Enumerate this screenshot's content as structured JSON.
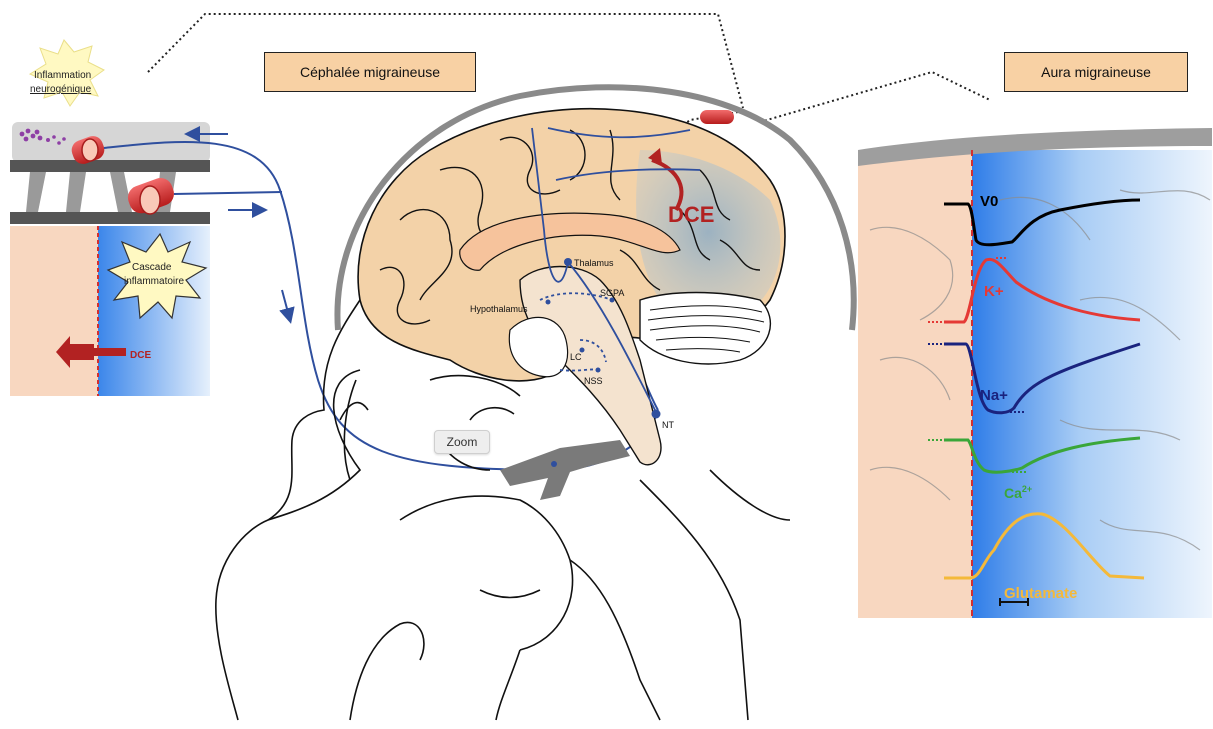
{
  "titles": {
    "headache": "Céphalée migraineuse",
    "aura": "Aura migraineuse"
  },
  "left_panel": {
    "inflammation": [
      "Inflammation",
      "neurogénique"
    ],
    "cascade": [
      "Cascade",
      "inflammatoire"
    ],
    "dce": "DCE"
  },
  "brain": {
    "dce": "DCE",
    "thalamus": "Thalamus",
    "hypothalamus": "Hypothalamus",
    "sgpa": "SGPA",
    "lc": "LC",
    "nss": "NSS",
    "nt": "NT"
  },
  "zoom_label": "Zoom",
  "aura_panel": {
    "v0": "V0",
    "k": "K+",
    "na": "Na+",
    "ca": "Ca",
    "ca_sup": "2+",
    "glutamate": "Glutamate"
  },
  "colors": {
    "nerve": "#2f4f9e",
    "dce": "#b22222",
    "k": "#e53935",
    "na": "#1a237e",
    "ca": "#3aa639",
    "glutamate": "#f4b93a",
    "v0": "#000000"
  }
}
